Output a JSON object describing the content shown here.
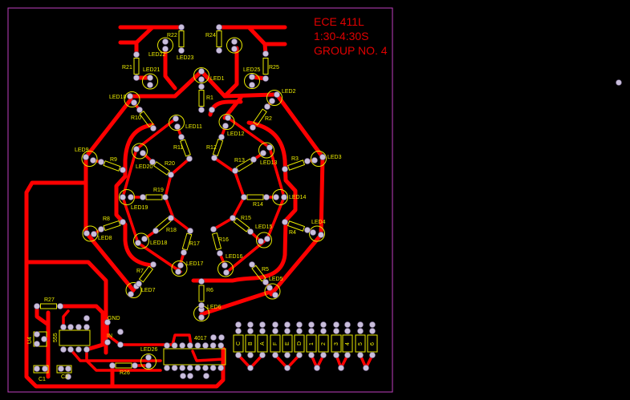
{
  "board": {
    "title_lines": [
      "ECE 411L",
      "1:30-4:30S",
      "GROUP NO. 4"
    ],
    "colors": {
      "background": "#000000",
      "outline": "#c040c0",
      "trace": "#ff0000",
      "silkscreen": "#e8e800",
      "pad": "#c9bedb",
      "title": "#e00000"
    }
  },
  "leds": [
    "LED1",
    "LED2",
    "LED3",
    "LED4",
    "LED5",
    "LED6",
    "LED7",
    "LED8",
    "LED9",
    "LED10",
    "LED11",
    "LED12",
    "LED13",
    "LED14",
    "LED15",
    "LED16",
    "LED17",
    "LED18",
    "LED19",
    "LED20",
    "LED21",
    "LED22",
    "LED23",
    "LED25",
    "LED26"
  ],
  "resistors": [
    "R1",
    "R2",
    "R3",
    "R4",
    "R5",
    "R6",
    "R7",
    "R8",
    "R9",
    "R10",
    "R11",
    "R12",
    "R13",
    "R14",
    "R15",
    "R16",
    "R17",
    "R18",
    "R19",
    "R20",
    "R21",
    "R22",
    "R24",
    "R25",
    "R26",
    "R27"
  ],
  "chips": {
    "counter": "4017",
    "timer": "555",
    "regulator": "U4"
  },
  "capacitors": [
    "C1",
    "C2"
  ],
  "terminals": {
    "gnd": "GND",
    "in": "IN"
  },
  "displays": [
    "C",
    "B",
    "A",
    "F",
    "E",
    "D",
    "1",
    "2",
    "3",
    "4",
    "5",
    "6"
  ]
}
